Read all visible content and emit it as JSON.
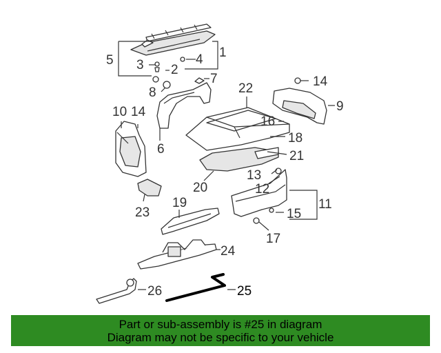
{
  "diagram": {
    "labels": {
      "l1": "1",
      "l2": "2",
      "l3": "3",
      "l4": "4",
      "l5": "5",
      "l6": "6",
      "l7": "7",
      "l8": "8",
      "l9": "9",
      "l10": "10",
      "l11": "11",
      "l12": "12",
      "l13": "13",
      "l14a": "14",
      "l14b": "14",
      "l15": "15",
      "l16": "16",
      "l17": "17",
      "l18": "18",
      "l19": "19",
      "l20": "20",
      "l21": "21",
      "l22": "22",
      "l23": "23",
      "l24": "24",
      "l25": "25",
      "l26": "26"
    },
    "highlight_color": "#000000"
  },
  "banner": {
    "line1": "Part or sub-assembly is #25 in diagram",
    "line2": "Diagram may not be specific to your vehicle",
    "background": "#2e8b22"
  }
}
